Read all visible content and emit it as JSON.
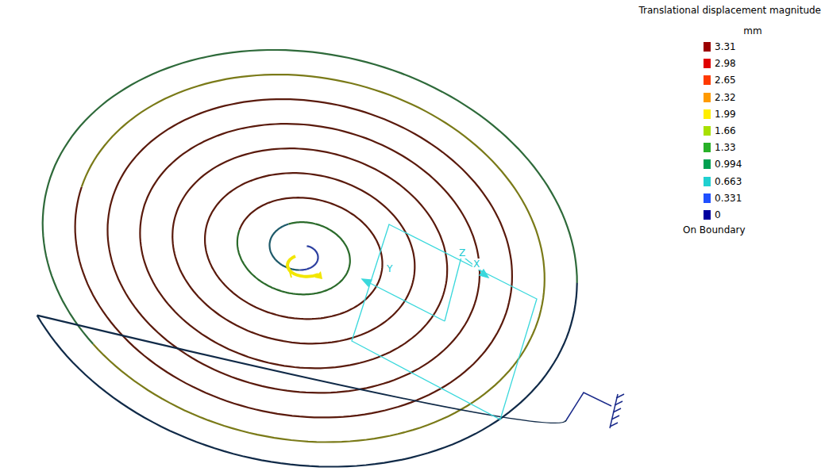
{
  "diagram": {
    "labels": [
      "Translational displacement magnitude",
      "mm",
      "On Boundary",
      "Y",
      "Z",
      "X"
    ],
    "legend": [
      {
        "text": "3.31",
        "color": "#9b0000"
      },
      {
        "text": "2.98",
        "color": "#e00000"
      },
      {
        "text": "2.65",
        "color": "#ff3a00"
      },
      {
        "text": "2.32",
        "color": "#ff9a00"
      },
      {
        "text": "1.99",
        "color": "#ffee00"
      },
      {
        "text": "1.66",
        "color": "#a8e000"
      },
      {
        "text": "1.33",
        "color": "#28b028"
      },
      {
        "text": "0.994",
        "color": "#00a050"
      },
      {
        "text": "0.663",
        "color": "#20d0d0"
      },
      {
        "text": "0.331",
        "color": "#2050ff"
      },
      {
        "text": "0",
        "color": "#0000a0"
      }
    ]
  }
}
